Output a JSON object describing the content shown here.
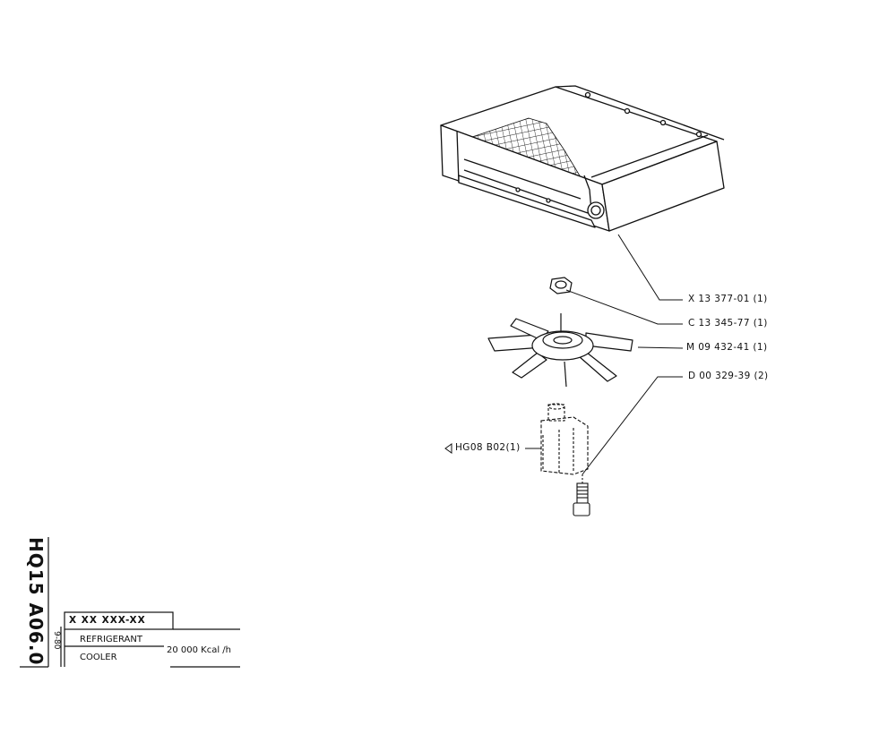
{
  "sheet": {
    "code": "HQ15  A06.0",
    "date": "9-80",
    "part_pattern": "X  XX  XXX-XX",
    "title_line1": "REFRIGERANT",
    "title_line2": "COOLER",
    "capacity": "20 000 Kcal /h"
  },
  "callouts": [
    {
      "id": "cooler",
      "text": "X  13  377-01 (1)"
    },
    {
      "id": "nut",
      "text": "C  13  345-77 (1)"
    },
    {
      "id": "fan",
      "text": "M 09  432-41 (1)"
    },
    {
      "id": "screw",
      "text": "D  00  329-39 (2)"
    },
    {
      "id": "hub",
      "text": "HG08  B02(1)"
    }
  ]
}
